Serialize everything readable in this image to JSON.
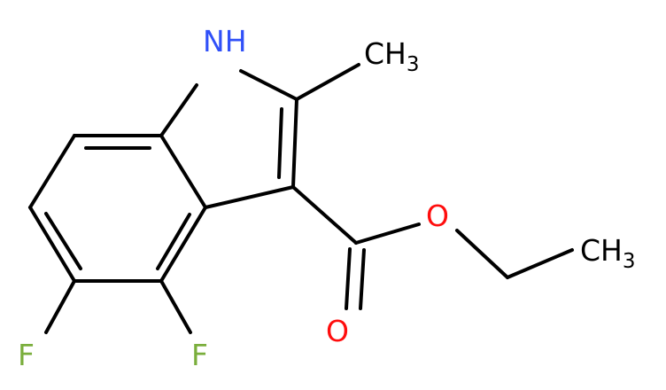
{
  "colors": {
    "bond": "#000000",
    "nitrogen": "#3050F8",
    "oxygen": "#FF0D0D",
    "fluorine": "#7AAE3C",
    "carbon": "#000000"
  },
  "labels": {
    "nh": "H",
    "n": "N",
    "methyl_c": "CH",
    "methyl_sub": "3",
    "ester_o": "O",
    "carbonyl_o": "O",
    "ethyl_c": "CH",
    "ethyl_sub": "3",
    "f_left": "F",
    "f_right": "F"
  }
}
